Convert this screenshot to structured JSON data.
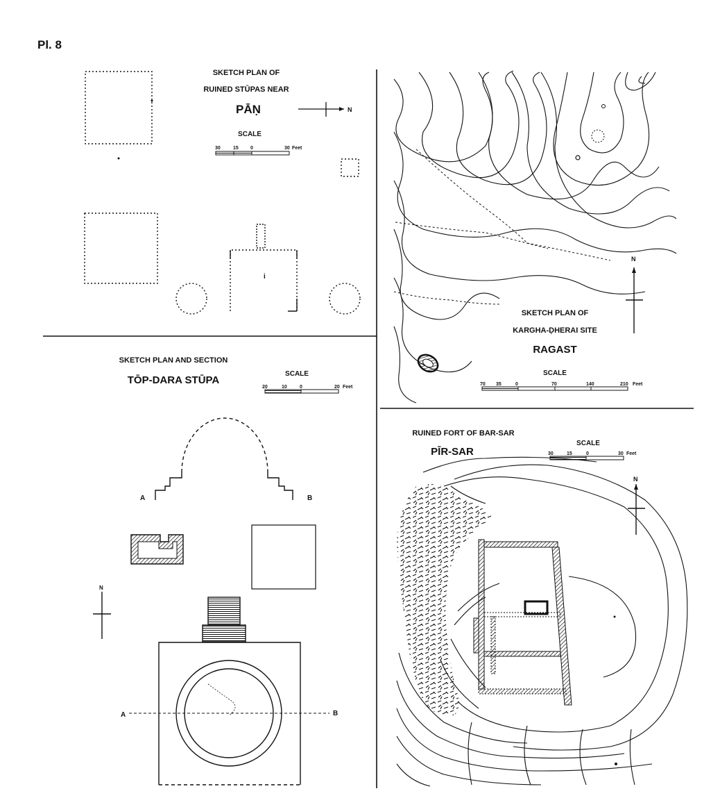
{
  "plate_label": "Pl. 8",
  "colors": {
    "ink": "#111111",
    "paper": "#ffffff"
  },
  "pan": {
    "title_line1": "SKETCH PLAN OF",
    "title_line2": "RUINED STŪPAS NEAR",
    "title_line3": "PĀṆ",
    "north_label": "N",
    "scale_label": "SCALE",
    "scale_ticks": [
      "30",
      "15",
      "0",
      "30"
    ],
    "scale_unit": "Feet",
    "mound_label": "i"
  },
  "ragast": {
    "title_line1": "SKETCH PLAN OF",
    "title_line2": "KARGHA-ḌHERAI SITE",
    "title_line3": "RAGAST",
    "north_label": "N",
    "scale_label": "SCALE",
    "scale_ticks": [
      "70",
      "35",
      "0",
      "70",
      "140",
      "210"
    ],
    "scale_unit": "Feet"
  },
  "topdara": {
    "title_line1": "SKETCH PLAN AND SECTION",
    "title_line2": "TŌP-DARA  STŪPA",
    "scale_label": "SCALE",
    "scale_ticks": [
      "20",
      "10",
      "0",
      "20"
    ],
    "scale_unit": "Feet",
    "north_label": "N",
    "section_left": "A",
    "section_right": "B",
    "plan_left": "A",
    "plan_right": "B"
  },
  "pirsar": {
    "title_line1": "RUINED FORT OF BAR-SAR",
    "title_line2": "PĪR-SAR",
    "scale_label": "SCALE",
    "scale_ticks": [
      "30",
      "15",
      "0",
      "30"
    ],
    "scale_unit": "Feet",
    "north_label": "N"
  }
}
